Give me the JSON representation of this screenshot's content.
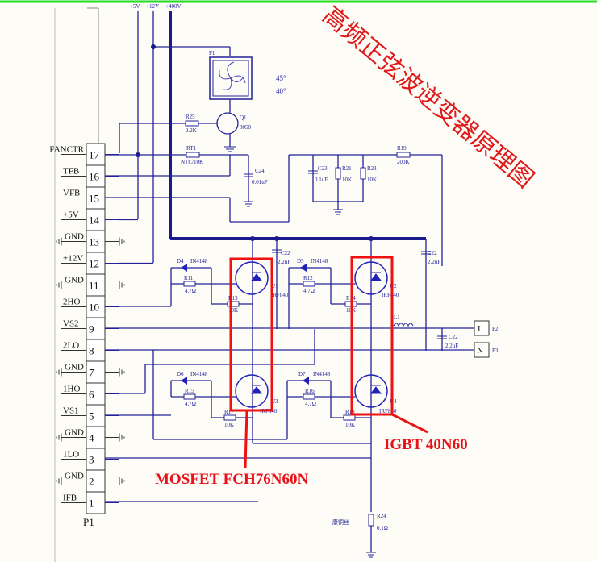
{
  "title": "高频正弦波逆变器原理图",
  "rails": [
    "+5V",
    "+12V",
    "+400V"
  ],
  "connector": {
    "name": "P1",
    "pins": [
      {
        "num": "17",
        "label": "FANCTR"
      },
      {
        "num": "16",
        "label": "TFB"
      },
      {
        "num": "15",
        "label": "VFB"
      },
      {
        "num": "14",
        "label": "+5V"
      },
      {
        "num": "13",
        "label": "GND"
      },
      {
        "num": "12",
        "label": "+12V"
      },
      {
        "num": "11",
        "label": "GND"
      },
      {
        "num": "10",
        "label": "2HO"
      },
      {
        "num": "9",
        "label": "VS2"
      },
      {
        "num": "8",
        "label": "2LO"
      },
      {
        "num": "7",
        "label": "GND"
      },
      {
        "num": "6",
        "label": "1HO"
      },
      {
        "num": "5",
        "label": "VS1"
      },
      {
        "num": "4",
        "label": "GND"
      },
      {
        "num": "3",
        "label": "1LO"
      },
      {
        "num": "2",
        "label": "GND"
      },
      {
        "num": "1",
        "label": "IFB"
      }
    ]
  },
  "fan": {
    "ref": "F1",
    "temp_high": "45°",
    "temp_low": "40°"
  },
  "components": {
    "q1": {
      "ref": "Q1",
      "val": "8050"
    },
    "r25": {
      "ref": "R25",
      "val": "2.2K"
    },
    "rt1": {
      "ref": "RT1",
      "val": "NTC/10K"
    },
    "c24": {
      "ref": "C24",
      "val": "0.01uF"
    },
    "c23": {
      "ref": "C23",
      "val": "0.1uF"
    },
    "r21": {
      "ref": "R21",
      "val": "10K"
    },
    "r23": {
      "ref": "R23",
      "val": "10K"
    },
    "r19": {
      "ref": "R19",
      "val": "200K"
    },
    "d4": {
      "ref": "D4",
      "val": "IN4148"
    },
    "d5": {
      "ref": "D5",
      "val": "IN4148"
    },
    "d6": {
      "ref": "D6",
      "val": "IN4148"
    },
    "d7": {
      "ref": "D7",
      "val": "IN4148"
    },
    "r11": {
      "ref": "R11",
      "val": "4.7Ω"
    },
    "r12": {
      "ref": "R12",
      "val": "4.7Ω"
    },
    "r15": {
      "ref": "R15",
      "val": "4.7Ω"
    },
    "r16": {
      "ref": "R16",
      "val": "4.7Ω"
    },
    "r13": {
      "ref": "R13",
      "val": "10K"
    },
    "r14": {
      "ref": "R14",
      "val": "10K"
    },
    "r17": {
      "ref": "R17",
      "val": "10K"
    },
    "r18": {
      "ref": "R18",
      "val": "10K"
    },
    "u1": {
      "ref": "U1",
      "val": "IRF840"
    },
    "u2": {
      "ref": "U2",
      "val": "IRF840"
    },
    "u3": {
      "ref": "U3",
      "val": "IRF840"
    },
    "u4": {
      "ref": "U4",
      "val": "IRF840"
    },
    "c22a": {
      "ref": "C22",
      "val": "2.2uF"
    },
    "c22b": {
      "ref": "C22",
      "val": "2.2uF"
    },
    "c22c": {
      "ref": "C22",
      "val": "2.2uF"
    },
    "l1": {
      "ref": "L1"
    },
    "p2": {
      "ref": "P2",
      "pin": "L"
    },
    "p3": {
      "ref": "P3",
      "pin": "N"
    },
    "r24": {
      "ref": "R24",
      "val": "0.1Ω",
      "note": "康铜丝"
    }
  },
  "annotations": {
    "mosfet": "MOSFET FCH76N60N",
    "igbt": "IGBT 40N60"
  }
}
